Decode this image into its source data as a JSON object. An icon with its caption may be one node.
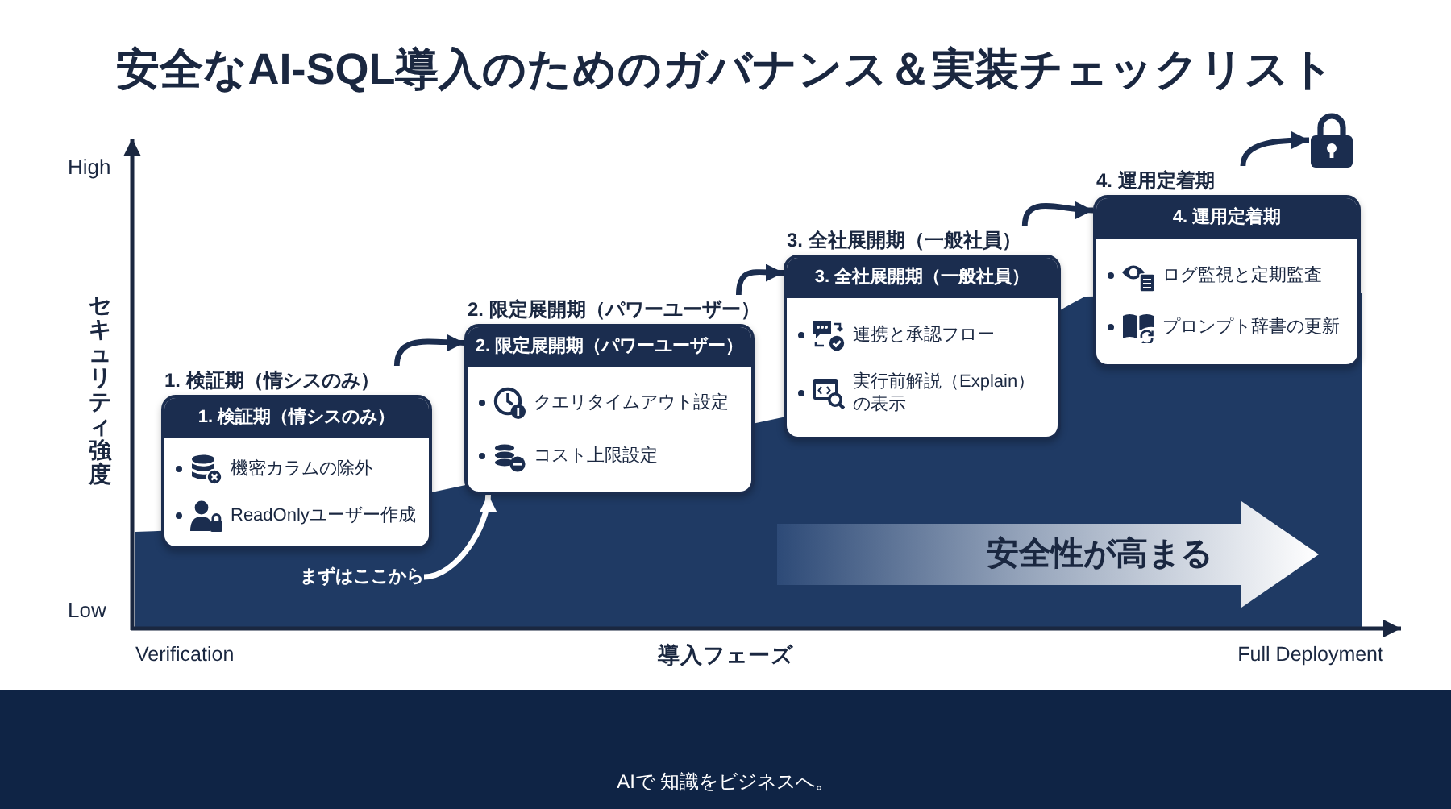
{
  "diagram": {
    "title": "安全なAI-SQL導入のためのガバナンス＆実装チェックリスト",
    "nodes": [
      {
        "text": [
          "1. 検証期（情シスのみ）",
          "1. 検証期（情シスのみ）",
          "機密カラムの除外",
          "ReadOnlyユーザー作成"
        ]
      },
      {
        "text": [
          "2. 限定展開期（パワーユーザー）",
          "2. 限定展開期（パワーユーザー）",
          "クエリタイムアウト設定",
          "コスト上限設定"
        ]
      },
      {
        "text": [
          "3. 全社展開期（一般社員）",
          "3. 全社展開期（一般社員）",
          "連携と承認フロー",
          "実行前解説（Explain）の表示"
        ]
      },
      {
        "text": [
          "4. 運用定着期",
          "4. 運用定着期",
          "ログ監視と定期監査",
          "プロンプト辞書の更新"
        ]
      },
      {
        "text": [],
        "shape": "picture"
      },
      {
        "text": [
          "まずはここから"
        ]
      },
      {
        "text": [
          "安全性が高まる"
        ]
      }
    ],
    "edges": [
      {
        "from": 0,
        "to": 1,
        "arrow": "to"
      },
      {
        "from": 1,
        "to": 2,
        "arrow": "to"
      },
      {
        "from": 2,
        "to": 3,
        "arrow": "to"
      },
      {
        "from": 3,
        "to": 4,
        "arrow": "to"
      },
      {
        "from": 5,
        "to": 1,
        "arrow": "to",
        "color": "#ffffff"
      }
    ],
    "labels": [
      "High",
      "セキュリティ強度",
      "Low",
      "Verification",
      "導入フェーズ",
      "Full Deployment",
      "AIで 知識をビジネスへ。"
    ]
  }
}
